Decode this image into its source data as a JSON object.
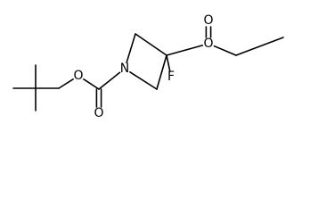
{
  "structure": {
    "atoms": [
      {
        "id": "a1",
        "element": "C",
        "label": ""
      },
      {
        "id": "a2",
        "element": "C",
        "label": ""
      },
      {
        "id": "a3",
        "element": "C",
        "label": ""
      },
      {
        "id": "a4",
        "element": "C",
        "label": ""
      },
      {
        "id": "a5",
        "element": "C",
        "label": ""
      },
      {
        "id": "a6",
        "element": "O",
        "label": "O"
      },
      {
        "id": "a7",
        "element": "C",
        "label": ""
      },
      {
        "id": "a8",
        "element": "O",
        "label": "O"
      },
      {
        "id": "a9",
        "element": "N",
        "label": "N"
      },
      {
        "id": "a10",
        "element": "C",
        "label": ""
      },
      {
        "id": "a11",
        "element": "C",
        "label": ""
      },
      {
        "id": "a12",
        "element": "C",
        "label": ""
      },
      {
        "id": "a13",
        "element": "F",
        "label": "F"
      },
      {
        "id": "a14",
        "element": "C",
        "label": ""
      },
      {
        "id": "a15",
        "element": "O",
        "label": "O"
      },
      {
        "id": "a16",
        "element": "O",
        "label": "O"
      },
      {
        "id": "a17",
        "element": "C",
        "label": ""
      },
      {
        "id": "a18",
        "element": "C",
        "label": ""
      }
    ],
    "bonds": [
      {
        "from": "a1",
        "to": "a2",
        "order": 1
      },
      {
        "from": "a3",
        "to": "a2",
        "order": 1
      },
      {
        "from": "a4",
        "to": "a2",
        "order": 1
      },
      {
        "from": "a5",
        "to": "a2",
        "order": 1
      },
      {
        "from": "a5",
        "to": "a6",
        "order": 1
      },
      {
        "from": "a6",
        "to": "a7",
        "order": 1
      },
      {
        "from": "a7",
        "to": "a8",
        "order": 2
      },
      {
        "from": "a7",
        "to": "a9",
        "order": 1
      },
      {
        "from": "a9",
        "to": "a10",
        "order": 1
      },
      {
        "from": "a10",
        "to": "a11",
        "order": 1
      },
      {
        "from": "a11",
        "to": "a12",
        "order": 1
      },
      {
        "from": "a12",
        "to": "a14",
        "order": 1
      },
      {
        "from": "a9",
        "to": "a14",
        "order": 1
      },
      {
        "from": "a11",
        "to": "a13",
        "order": 1
      },
      {
        "from": "a11",
        "to": "a15",
        "order": 1
      },
      {
        "from": "a15",
        "to": "a16",
        "order": 2
      },
      {
        "from": "a15",
        "to": "a17",
        "order": 1
      },
      {
        "from": "a17",
        "to": "a18",
        "order": 1
      }
    ]
  }
}
